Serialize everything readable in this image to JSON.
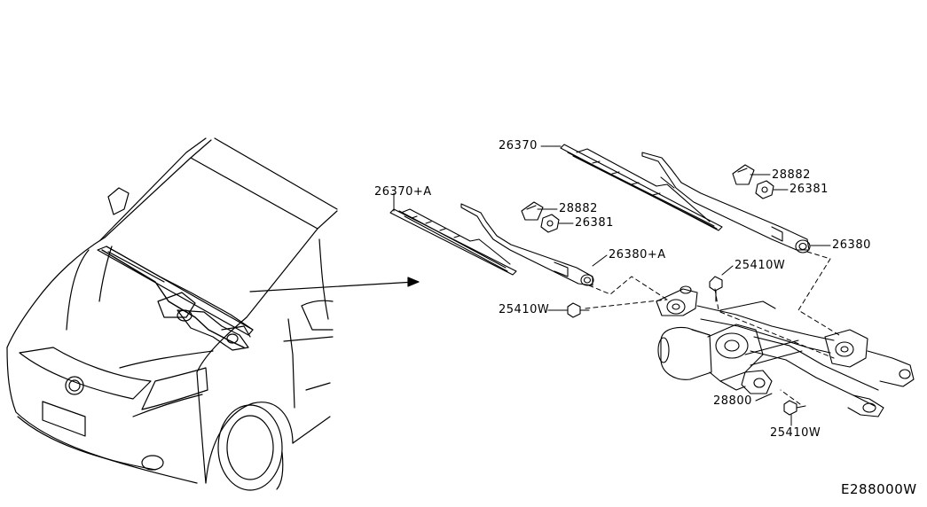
{
  "labels": {
    "blade_lh": "26370+A",
    "blade_rh": "26370",
    "cap_lh": "28882",
    "nut_lh": "26381",
    "arm_lh": "26380+A",
    "cap_rh": "28882",
    "nut_rh": "26381",
    "arm_rh": "26380",
    "bolt_top": "25410W",
    "bolt_left": "25410W",
    "linkage": "28800",
    "bolt_bottom": "25410W",
    "diagram_code": "E288000W"
  }
}
